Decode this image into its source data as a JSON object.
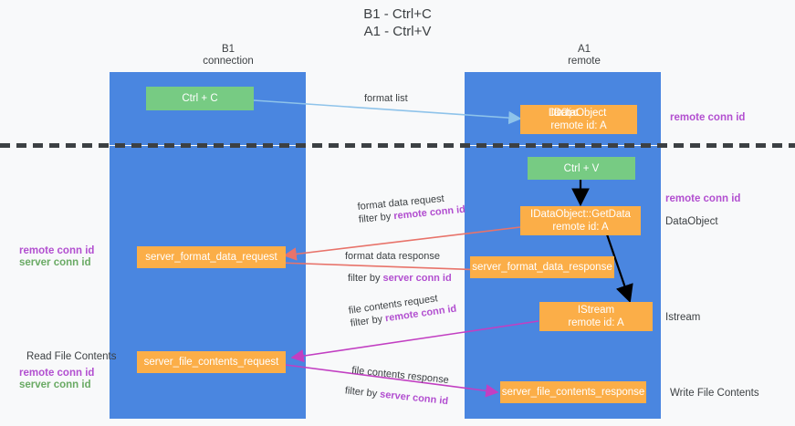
{
  "title": {
    "line1": "B1 - Ctrl+C",
    "line2": "A1 - Ctrl+V"
  },
  "columns": [
    {
      "name": "B1",
      "role": "connection"
    },
    {
      "name": "A1",
      "role": "remote"
    }
  ],
  "colors": {
    "lane": "#4a86e0",
    "green_box": "#77cb83",
    "orange_box": "#fbae48",
    "purple_text": "#b24fd0",
    "green_text": "#6aaa64",
    "arrow_blue": "#8ec3ea",
    "arrow_red": "#e8736a",
    "arrow_magenta": "#c23fc2",
    "arrow_black": "#000000",
    "background": "#f8f9fa",
    "text": "#3c4043"
  },
  "boxes": {
    "ctrl_c": "Ctrl + C",
    "ctrl_v": "Ctrl + V",
    "idataobject_title": "IDataObject",
    "idataobject_ghost": "IDataObject",
    "idataobject_sub": "remote id: A",
    "getdata_title": "IDataObject::GetData",
    "getdata_sub": "remote id: A",
    "istream_title": "IStream",
    "istream_sub": "remote id: A",
    "server_format_data_request": "server_format_data_request",
    "server_format_data_response": "server_format_data_response",
    "server_file_contents_request": "server_file_contents_request",
    "server_file_contents_response": "server_file_contents_response"
  },
  "edges": {
    "format_list": "format list",
    "format_data_request": "format data request",
    "format_data_request_filter_prefix": "filter by ",
    "format_data_request_filter_key": "remote conn id",
    "format_data_response": "format data response",
    "format_data_response_filter_prefix": "filter by ",
    "format_data_response_filter_key": "server conn id",
    "file_contents_request": "file contents request",
    "file_contents_request_filter_prefix": "filter by ",
    "file_contents_request_filter_key": "remote conn id",
    "file_contents_response": "file contents response",
    "file_contents_response_filter_prefix": "filter by ",
    "file_contents_response_filter_key": "server conn id"
  },
  "right_labels": {
    "remote_conn_id_top": "remote conn id",
    "remote_conn_id_mid": "remote conn id",
    "dataobject": "DataObject",
    "istream": "Istream",
    "write_file_contents": "Write File Contents"
  },
  "left_labels": {
    "remote_conn_id_mid": "remote conn id",
    "server_conn_id_mid": "server conn id",
    "read_file_contents": "Read File Contents",
    "remote_conn_id_bottom": "remote conn id",
    "server_conn_id_bottom": "server conn id"
  }
}
